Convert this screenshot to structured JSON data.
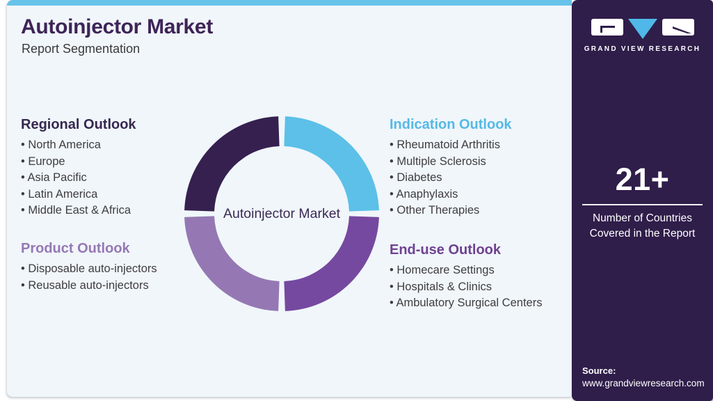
{
  "header": {
    "title": "Autoinjector Market",
    "subtitle": "Report Segmentation"
  },
  "sections": {
    "regional": {
      "title": "Regional Outlook",
      "title_color": "#37284f",
      "items": [
        "North America",
        "Europe",
        "Asia Pacific",
        "Latin America",
        "Middle East & Africa"
      ]
    },
    "product": {
      "title": "Product Outlook",
      "title_color": "#9678b4",
      "items": [
        "Disposable auto-injectors",
        "Reusable auto-injectors"
      ]
    },
    "indication": {
      "title": "Indication Outlook",
      "title_color": "#55b9e6",
      "items": [
        "Rheumatoid Arthritis",
        "Multiple Sclerosis",
        "Diabetes",
        "Anaphylaxis",
        "Other Therapies"
      ]
    },
    "enduse": {
      "title": "End-use Outlook",
      "title_color": "#6f4191",
      "items": [
        "Homecare Settings",
        "Hospitals & Clinics",
        "Ambulatory Surgical Centers"
      ]
    }
  },
  "chart_data": {
    "type": "pie",
    "title": "Report segmentation donut",
    "center_label": "Autoinjector Market",
    "legend_position": "none",
    "segments": [
      {
        "name": "Indication Outlook",
        "value": 25,
        "color": "#5cc0e8",
        "position": "top-right"
      },
      {
        "name": "End-use Outlook",
        "value": 25,
        "color": "#7649a0",
        "position": "bottom-right"
      },
      {
        "name": "Product Outlook",
        "value": 25,
        "color": "#9578b3",
        "position": "bottom-left"
      },
      {
        "name": "Regional Outlook",
        "value": 25,
        "color": "#35204f",
        "position": "top-left"
      }
    ]
  },
  "sidebar": {
    "brand": "GRAND VIEW RESEARCH",
    "stat": {
      "value": "21+",
      "caption": "Number of Countries Covered in the Report"
    },
    "source_label": "Source:",
    "source_url": "www.grandviewresearch.com"
  },
  "colors": {
    "accent_bar": "#67c3e9",
    "card_background": "#f0f6fa",
    "sidebar_background": "#2f1d4a",
    "title_text": "#3e2457",
    "body_text": "#3f3d40",
    "logo_cyan": "#4fb8e8",
    "sidebar_text": "#ffffff"
  }
}
